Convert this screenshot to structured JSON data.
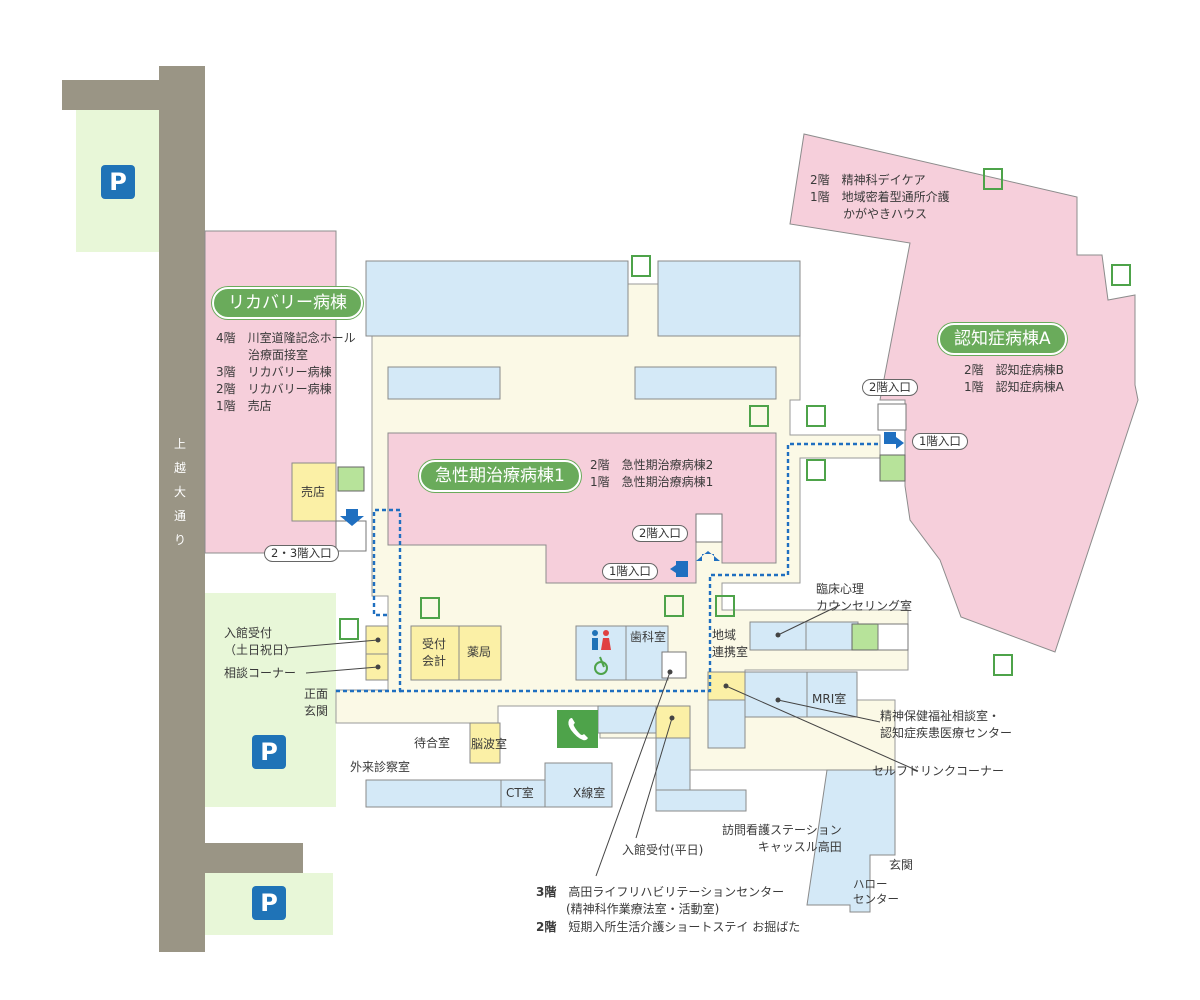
{
  "street": {
    "name_chars": [
      "上",
      "越",
      "大",
      "通",
      "り"
    ]
  },
  "parking_label": "P",
  "buildings": {
    "recovery": {
      "title": "リカバリー病棟",
      "floors": [
        {
          "floor": "4階",
          "name": "川室道隆記念ホール"
        },
        {
          "floor": "",
          "name": "治療面接室"
        },
        {
          "floor": "3階",
          "name": "リカバリー病棟"
        },
        {
          "floor": "2階",
          "name": "リカバリー病棟"
        },
        {
          "floor": "1階",
          "name": "売店"
        }
      ]
    },
    "acute": {
      "title": "急性期治療病棟1",
      "floors": [
        {
          "floor": "2階",
          "name": "急性期治療病棟2"
        },
        {
          "floor": "1階",
          "name": "急性期治療病棟1"
        }
      ]
    },
    "dementia": {
      "title": "認知症病棟A",
      "floors": [
        {
          "floor": "2階",
          "name": "認知症病棟B"
        },
        {
          "floor": "1階",
          "name": "認知症病棟A"
        }
      ]
    },
    "daycare": {
      "floors": [
        {
          "floor": "2階",
          "name": "精神科デイケア"
        },
        {
          "floor": "1階",
          "name": "地域密着型通所介護"
        },
        {
          "floor": "",
          "name": "かがやきハウス"
        }
      ]
    }
  },
  "rooms": {
    "shop": "売店",
    "reception_cashier": "受付\n会計",
    "pharmacy": "薬局",
    "dental": "歯科室",
    "regional": "地域\n連携室",
    "waiting": "待合室",
    "eeg": "脳波室",
    "outpatient": "外来診察室",
    "ct": "CT室",
    "xray": "X線室",
    "mri": "MRI室",
    "front_entrance": "正面\n玄関",
    "entrance": "玄関",
    "hello_center": "ハロー\nセンター"
  },
  "entrances": {
    "recovery_23": "2・3階入口",
    "acute_2": "2階入口",
    "acute_1": "1階入口",
    "dementia_2": "2階入口",
    "dementia_1": "1階入口"
  },
  "callouts": {
    "weekend_reception": "入館受付\n（土日祝日）",
    "consultation_corner": "相談コーナー",
    "clinical_psych": "臨床心理\nカウンセリング室",
    "mental_health": "精神保健福祉相談室・\n認知症疾患医療センター",
    "self_drink": "セルフドリンクコーナー",
    "home_nursing": "訪問看護ステーション\nキャッスル高田",
    "weekday_reception": "入館受付(平日)",
    "rehab_3f_floor": "3階",
    "rehab_3f_name": "高田ライフリハビリテーションセンター",
    "rehab_3f_sub": "(精神科作業療法室・活動室)",
    "short_stay_floor": "2階",
    "short_stay_name": "短期入所生活介護ショートステイ お掘ばた"
  },
  "colors": {
    "ward_pink": "#f6cfdb",
    "corridor": "#fbf9e6",
    "room_blue": "#d4e9f7",
    "park_green": "#e8f7d8",
    "road": "#9a9585",
    "pill_green": "#6aab5b",
    "yellow": "#fbf0a6",
    "route_blue": "#1f6fc0",
    "phone_green": "#4ea34a"
  }
}
